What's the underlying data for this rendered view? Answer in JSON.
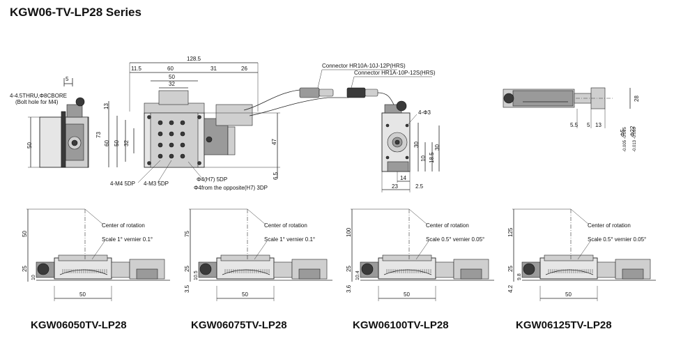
{
  "title": "KGW06-TV-LP28 Series",
  "top_view": {
    "dims": [
      "128.5",
      "11.5",
      "60",
      "31",
      "26",
      "50",
      "32",
      "13",
      "73",
      "60",
      "50",
      "32",
      "47",
      "6.5"
    ],
    "labels": {
      "m4": "4-M4 5DP",
      "m3": "4-M3 5DP",
      "pin": "Φ4(H7) 5DP",
      "pin_opp": "Φ4from the opposite(H7) 3DP"
    }
  },
  "left_view": {
    "dims": [
      "5",
      "50"
    ],
    "labels": {
      "thru": "4-4.5THRU,Φ8CBORE",
      "bolt": "(Bolt hole for M4)"
    }
  },
  "connectors": {
    "c1": "Connector HR10A-10J-12P(HRS)",
    "c2": "Connector HR1A-10P-12S(HRS)"
  },
  "right_view": {
    "dims": [
      "4-Φ3",
      "30",
      "10",
      "18.5",
      "30",
      "14",
      "23",
      "2.5"
    ]
  },
  "far_right": {
    "dims": [
      "28",
      "5.5",
      "5",
      "13",
      "Φ5",
      "Φ22"
    ],
    "tol1": "-0.005 -0.015",
    "tol2": "-0.013 -0.033"
  },
  "common_labels": {
    "center": "Center of rotation"
  },
  "models": [
    {
      "name": "KGW06050TV-LP28",
      "scale": "Scale 1°  vernier 0.1°",
      "h": "50",
      "d1": "25",
      "d2": "10",
      "d3": "",
      "w": "50"
    },
    {
      "name": "KGW06075TV-LP28",
      "scale": "Scale 1°  vernier 0.1°",
      "h": "75",
      "d1": "25",
      "d2": "10.5",
      "d3": "3.5",
      "w": "50"
    },
    {
      "name": "KGW06100TV-LP28",
      "scale": "Scale 0.5°  vernier 0.05°",
      "h": "100",
      "d1": "25",
      "d2": "10.4",
      "d3": "3.6",
      "w": "50"
    },
    {
      "name": "KGW06125TV-LP28",
      "scale": "Scale 0.5°  vernier 0.05°",
      "h": "125",
      "d1": "25",
      "d2": "9.8",
      "d3": "4.2",
      "w": "50"
    }
  ]
}
